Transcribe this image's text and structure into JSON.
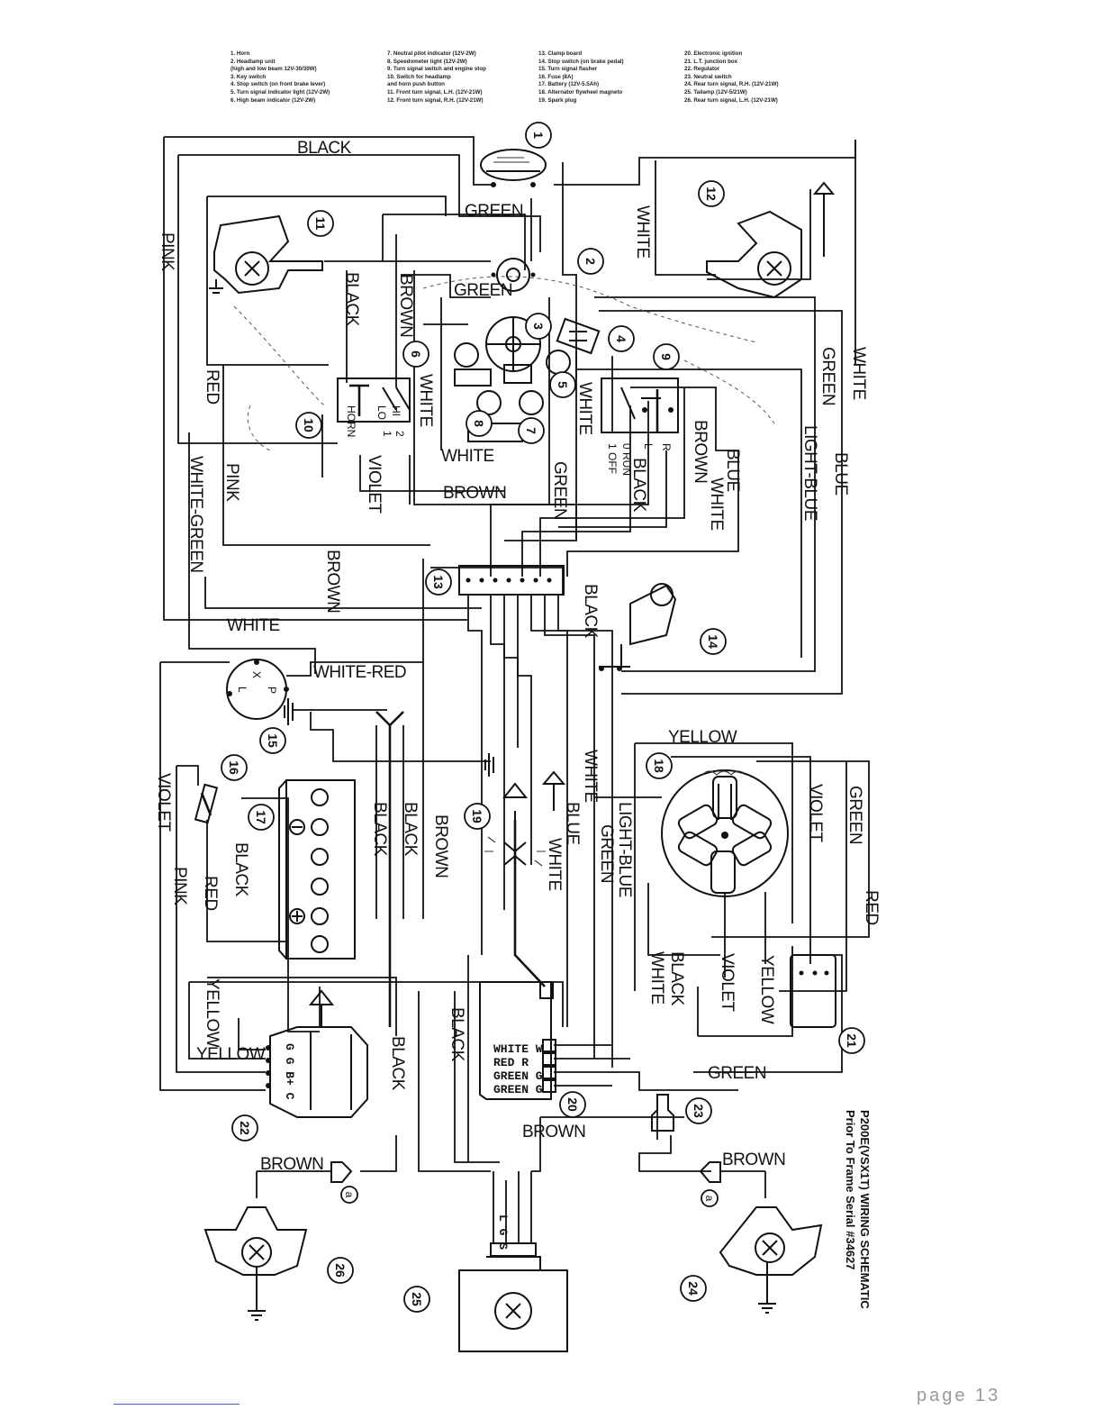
{
  "legend": {
    "col1": [
      "1. Horn",
      "2. Headlamp unit",
      "(high and low beam 12V-30/30W)",
      "3. Key switch",
      "4. Stop switch (on front brake lever)",
      "5. Turn signal indicator light (12V-2W)",
      "6. High beam indicator (12V-2W)"
    ],
    "col2": [
      "7. Neutral pilot indicator (12V-2W)",
      "8. Speedometer light (12V-2W)",
      "9. Turn signal switch and engine stop",
      "10. Switch for headlamp",
      "and horn push button",
      "11. Front turn signal, L.H. (12V-21W)",
      "12. Front turn signal, R.H. (12V-21W)"
    ],
    "col3": [
      "13. Clamp board",
      "14. Stop switch (on brake pedal)",
      "15. Turn signal flasher",
      "16. Fuse (8A)",
      "17. Battery (12V-5.5Ah)",
      "18. Alternator flywheel magneto",
      "19. Spark plug"
    ],
    "col4": [
      "20. Electronic ignition",
      "21. L.T. junction box",
      "22. Regulator",
      "23. Neutral switch",
      "24. Rear turn signal, R.H. (12V-21W)",
      "25. Tailamp (12V-5/21W)",
      "26. Rear turn signal, L.H. (12V-21W)"
    ]
  },
  "wire_labels": {
    "black_top": "BLACK",
    "green_top": "GREEN",
    "green_mid": "GREEN",
    "pink_left": "PINK",
    "black_v1": "BLACK",
    "brown_v1": "BROWN",
    "white_right_top": "WHITE",
    "white_right": "WHITE",
    "green_right": "GREEN",
    "red_left": "RED",
    "white_v2": "WHITE",
    "white_h": "WHITE",
    "white_green": "WHITE-GREEN",
    "pink_v2": "PINK",
    "violet_v": "VIOLET",
    "brown_h": "BROWN",
    "green_v": "GREEN",
    "white_v3": "WHITE",
    "black_v2": "BLACK",
    "brown_v2": "BROWN",
    "white_v4": "WHITE",
    "blue_v": "BLUE",
    "light_blue": "LIGHT-BLUE",
    "blue_right": "BLUE",
    "brown_v3": "BROWN",
    "black_v3": "BLACK",
    "white_h2": "WHITE",
    "white_red": "WHITE-RED",
    "yellow_h": "YELLOW",
    "violet_left": "VIOLET",
    "pink_low": "PINK",
    "red_low": "RED",
    "black_bat": "BLACK",
    "black_a": "BLACK",
    "black_b": "BLACK",
    "brown_c": "BROWN",
    "white_d": "WHITE",
    "blue_d": "BLUE",
    "white_e": "WHITE",
    "light_blue2": "LIGHT-BLUE",
    "green_e": "GREEN",
    "violet_r": "VIOLET",
    "green_r": "GREEN",
    "red_r": "RED",
    "black_f": "BLACK",
    "white_f": "WHITE",
    "violet_f": "VIOLET",
    "yellow_f": "YELLOW",
    "yellow_reg": "YELLOW",
    "yellow_reg2": "YELLOW",
    "black_g": "BLACK",
    "black_h": "BLACK",
    "green_low": "GREEN",
    "brown_low": "BROWN",
    "brown_l": "BROWN",
    "brown_r": "BROWN"
  },
  "component_numbers": [
    "1",
    "2",
    "3",
    "4",
    "5",
    "6",
    "7",
    "8",
    "9",
    "10",
    "11",
    "12",
    "13",
    "14",
    "15",
    "16",
    "17",
    "18",
    "19",
    "20",
    "21",
    "22",
    "23",
    "24",
    "25",
    "26"
  ],
  "terminal_labels": {
    "horn": "HORN",
    "hi": "HI",
    "lo": "LO",
    "sw_2": "2",
    "sw_1": "1",
    "run": "0 RUN",
    "off": "1 OFF",
    "L": "L",
    "R": "R",
    "flasher_x": "X",
    "flasher_l": "L",
    "flasher_p": "P",
    "ign_white": "WHITE W",
    "ign_red": "RED R",
    "ign_green1": "GREEN G",
    "ign_green2": "GREEN G",
    "reg": "G G B+ C",
    "tail": "L G S",
    "a1": "a",
    "a2": "a"
  },
  "caption": {
    "line1": "P200E(VSX1T) WIRING SCHEMATIC",
    "line2": "Prior To Frame Serial #34627"
  },
  "page_mark": "page 13"
}
